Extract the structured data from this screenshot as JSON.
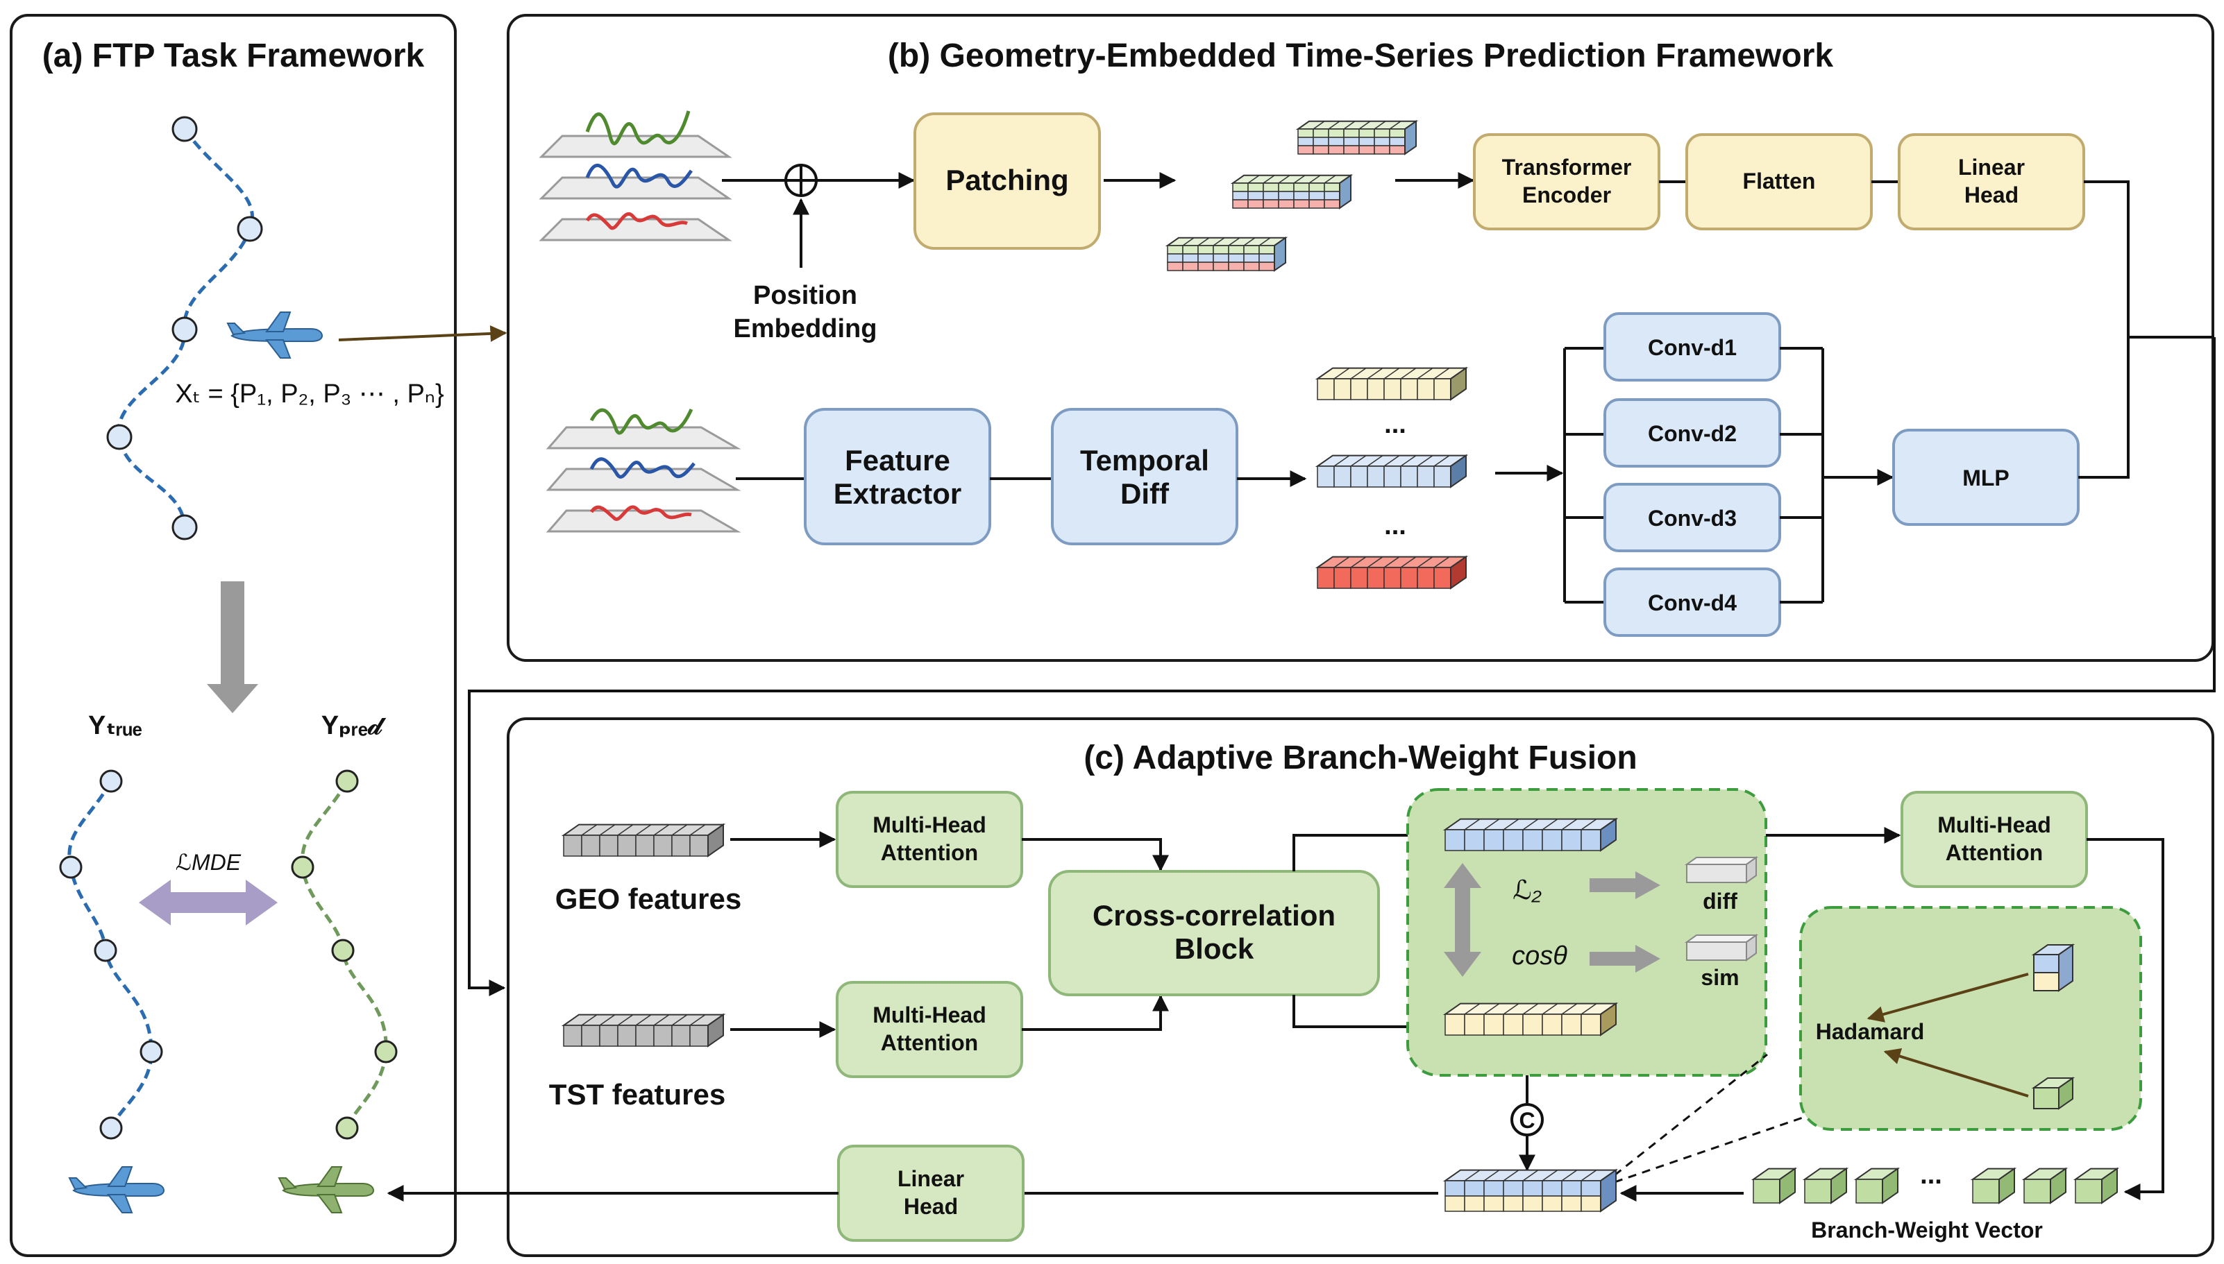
{
  "panel_a": {
    "title": "(a) FTP Task Framework",
    "input_formula": "Xₜ = {P₁, P₂, P₃ ⋯ , Pₙ}",
    "y_true": "Yₜᵣᵤₑ",
    "y_pred": "Yₚᵣₑ𝒹",
    "loss": "ℒMDE"
  },
  "panel_b": {
    "title": "(b) Geometry-Embedded Time-Series Prediction Framework",
    "position_embedding_line1": "Position",
    "position_embedding_line2": "Embedding",
    "patching": "Patching",
    "transformer_line1": "Transformer",
    "transformer_line2": "Encoder",
    "flatten": "Flatten",
    "linear_head_line1": "Linear",
    "linear_head_line2": "Head",
    "feature_extractor_line1": "Feature",
    "feature_extractor_line2": "Extractor",
    "temporal_diff_line1": "Temporal",
    "temporal_diff_line2": "Diff",
    "ellipsis": "...",
    "conv_blocks": [
      "Conv-d1",
      "Conv-d2",
      "Conv-d3",
      "Conv-d4"
    ],
    "mlp": "MLP"
  },
  "panel_c": {
    "title": "(c) Adaptive Branch-Weight Fusion",
    "geo_features": "GEO features",
    "tst_features": "TST features",
    "mha_line1": "Multi-Head",
    "mha_line2": "Attention",
    "cross_corr_line1": "Cross-correlation",
    "cross_corr_line2": "Block",
    "l2": "ℒ₂",
    "cos": "cosθ",
    "diff": "diff",
    "sim": "sim",
    "hadamard": "Hadamard",
    "concat_symbol": "C",
    "linear_head_line1": "Linear",
    "linear_head_line2": "Head",
    "branch_weight_vector": "Branch-Weight Vector",
    "ellipsis": "..."
  },
  "colors": {
    "yellow_block": "#fbf2cc",
    "blue_block": "#dae8f7",
    "green_block": "#d5e8c2",
    "true_trajectory": "#2b6cb0",
    "pred_trajectory": "#6f9a5c",
    "series_green": "#4f8a2f",
    "series_blue": "#2a56a8",
    "series_red": "#d83a3a"
  }
}
